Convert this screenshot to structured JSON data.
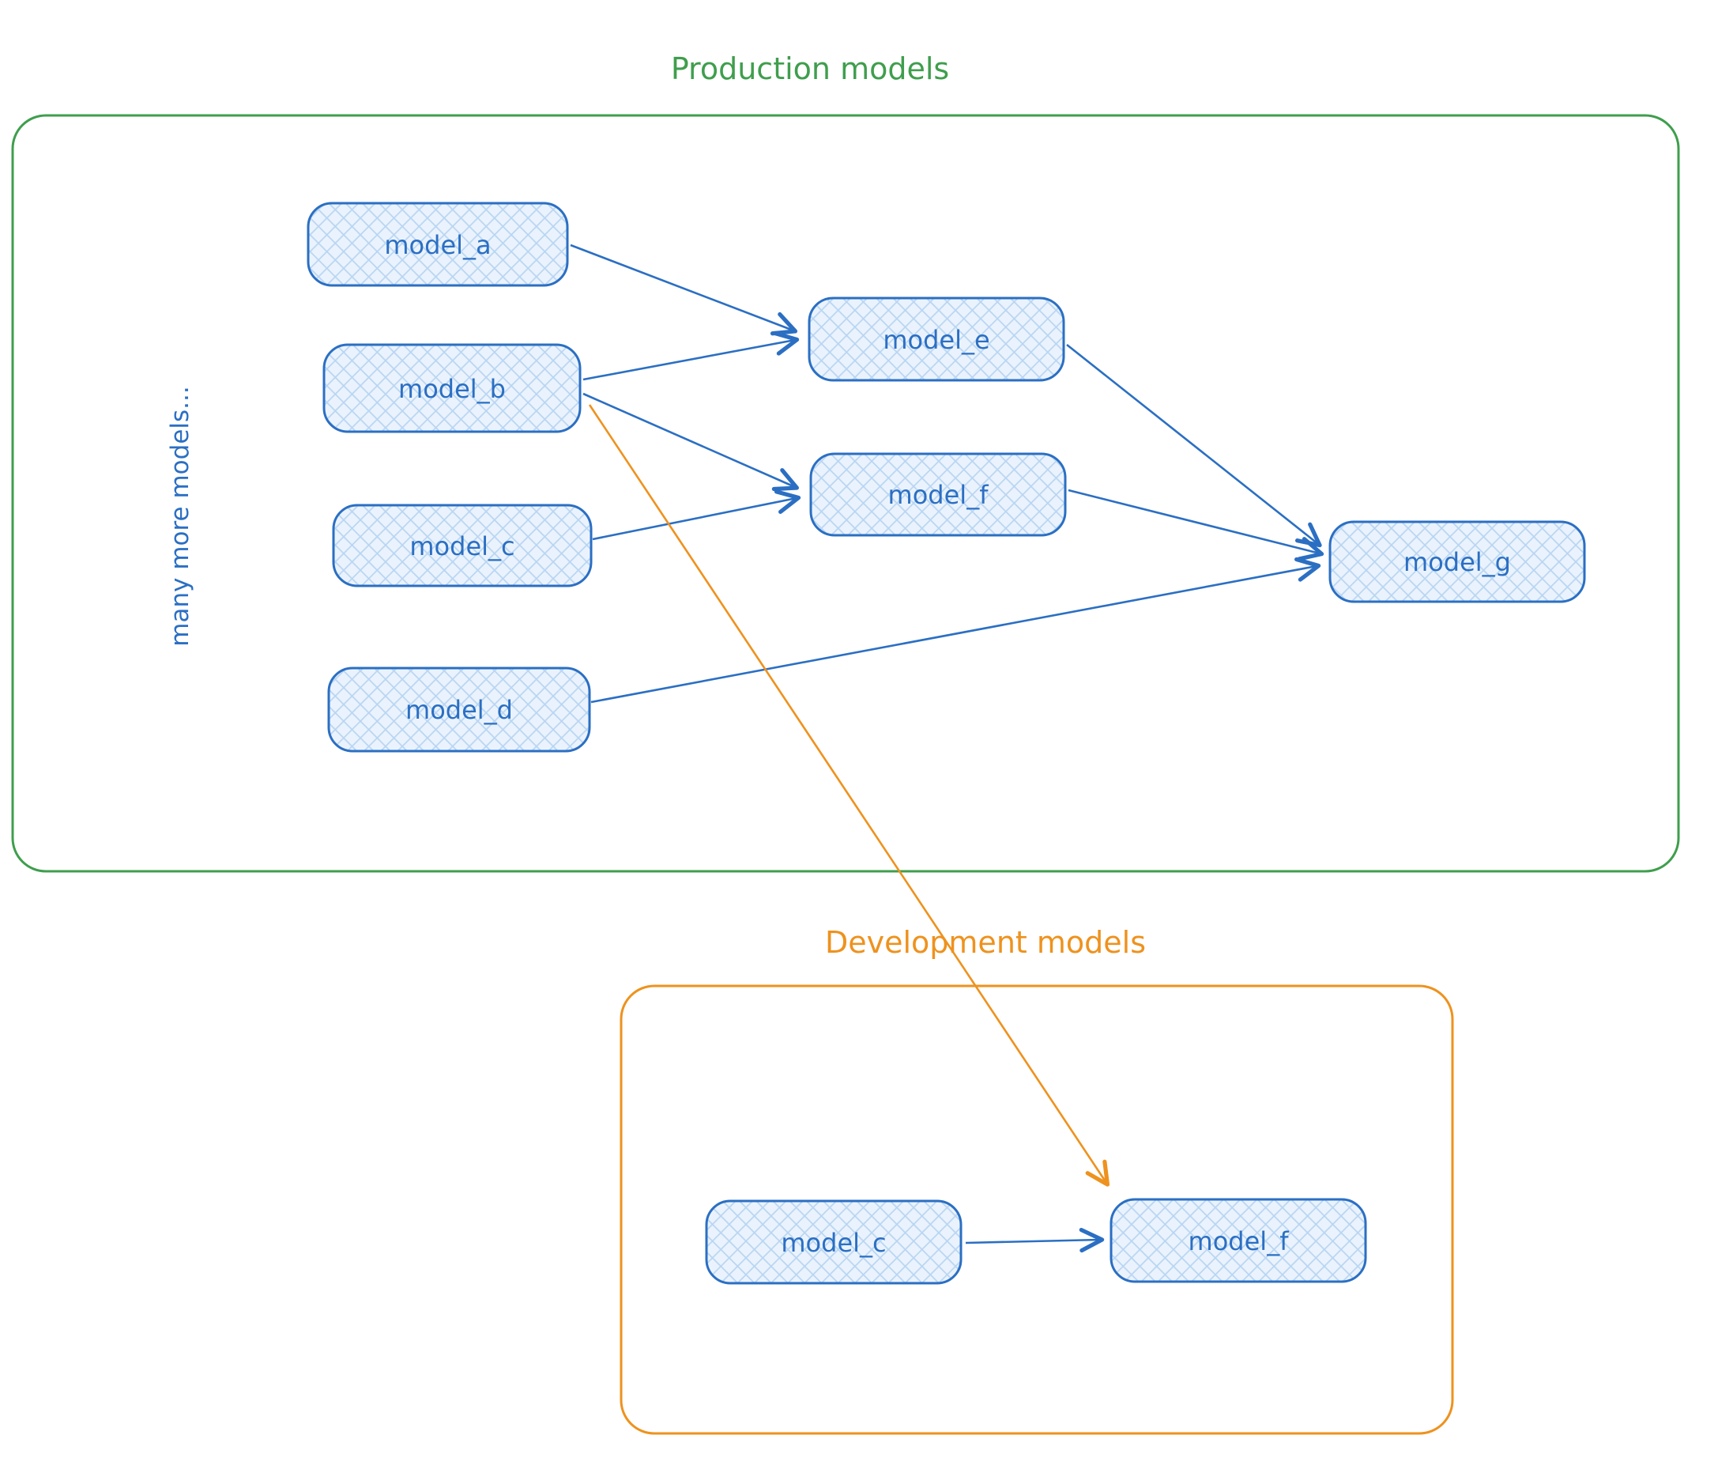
{
  "diagram": {
    "colors": {
      "node_stroke_blue": "#2b6fc3",
      "node_fill_light_blue": "#eaf3fd",
      "node_hatch_blue": "#b9d5f2",
      "production_green": "#3f9e4d",
      "development_orange": "#ee921e"
    },
    "production": {
      "title": "Production models",
      "side_note": "many more models...",
      "nodes": [
        {
          "id": "model_a",
          "label": "model_a"
        },
        {
          "id": "model_b",
          "label": "model_b"
        },
        {
          "id": "model_c",
          "label": "model_c"
        },
        {
          "id": "model_d",
          "label": "model_d"
        },
        {
          "id": "model_e",
          "label": "model_e"
        },
        {
          "id": "model_f",
          "label": "model_f"
        },
        {
          "id": "model_g",
          "label": "model_g"
        }
      ]
    },
    "development": {
      "title": "Development models",
      "nodes": [
        {
          "id": "model_c",
          "label": "model_c"
        },
        {
          "id": "model_f",
          "label": "model_f"
        }
      ]
    },
    "edges": [
      {
        "from": "production.model_a",
        "to": "production.model_e",
        "color": "blue"
      },
      {
        "from": "production.model_b",
        "to": "production.model_e",
        "color": "blue"
      },
      {
        "from": "production.model_b",
        "to": "production.model_f",
        "color": "blue"
      },
      {
        "from": "production.model_c",
        "to": "production.model_f",
        "color": "blue"
      },
      {
        "from": "production.model_e",
        "to": "production.model_g",
        "color": "blue"
      },
      {
        "from": "production.model_f",
        "to": "production.model_g",
        "color": "blue"
      },
      {
        "from": "production.model_d",
        "to": "production.model_g",
        "color": "blue"
      },
      {
        "from": "production.model_b",
        "to": "development.model_f",
        "color": "orange"
      },
      {
        "from": "development.model_c",
        "to": "development.model_f",
        "color": "blue"
      }
    ]
  }
}
